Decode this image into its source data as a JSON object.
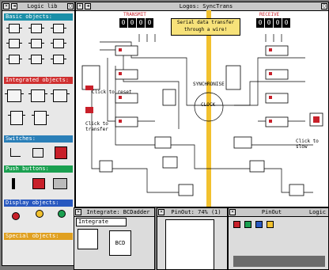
{
  "palette": {
    "title": "Logic lib",
    "sections": {
      "basic": "Basic objects:",
      "integrated": "Integrated objects:",
      "switches": "Switches:",
      "push": "Push buttons:",
      "display": "Display objects:",
      "special": "Special objects:"
    }
  },
  "main": {
    "title": "Logos: SyncTrans",
    "transmit_label": "TRANSMIT",
    "receive_label": "RECEIVE",
    "transmit_digits": [
      "0",
      "0",
      "0",
      "0"
    ],
    "receive_digits": [
      "0",
      "0",
      "0",
      "0"
    ],
    "banner_line1": "Serial data transfer",
    "banner_line2": "through a wire!",
    "sync_label": "SYNCHRONISE",
    "clock_label": "CLOCK",
    "reset_label": "Click to reset",
    "transfer_label": "Click to transfer",
    "slow_label1": "Click to",
    "slow_label2": "slow"
  },
  "integrate": {
    "title": "Integrate: BCDadder",
    "header": "Integrate",
    "chip": "BCD"
  },
  "pinout": {
    "title": "PinOut: 74% (1)",
    "title2": "PinOut",
    "corner": "Logic"
  },
  "colors": {
    "yellow_bar": "#f2c12e",
    "red": "#c8202a",
    "basic_sec": "#1a8fa8",
    "integ_sec": "#d03030",
    "switch_sec": "#2a7fb8",
    "push_sec": "#1aa050",
    "display_sec": "#2858c0",
    "special_sec": "#e0a020"
  }
}
